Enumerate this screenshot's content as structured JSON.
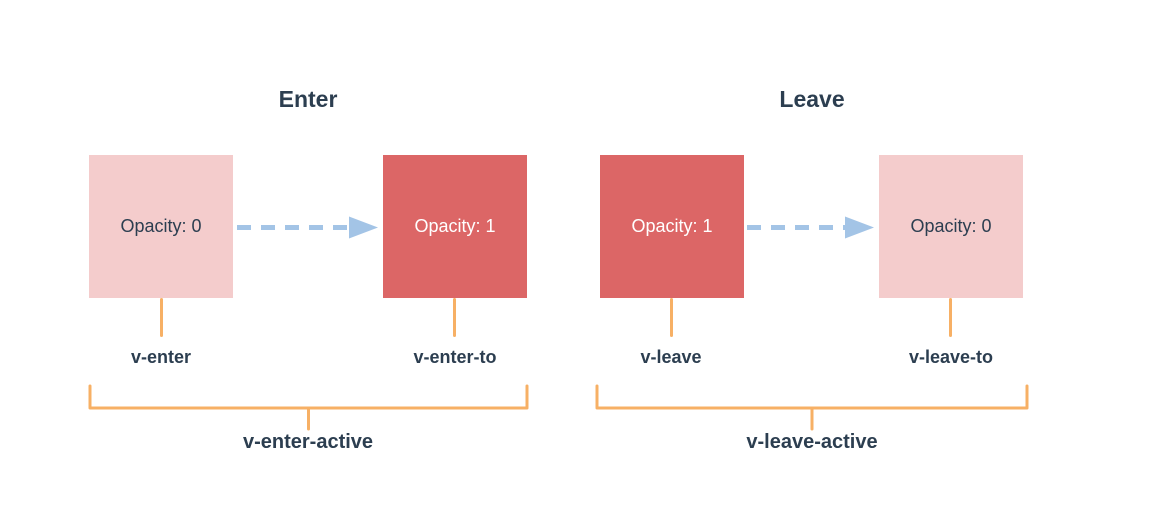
{
  "diagram": {
    "type": "transition-lifecycle",
    "background": "#ffffff",
    "colors": {
      "dark_text": "#2c3e50",
      "pink_box": "#f4cccc",
      "red_box": "#dc6666",
      "arrow_blue": "#a3c4e6",
      "bracket_orange": "#f7b065",
      "box_text_light": "#ffffff"
    },
    "sections": [
      {
        "title": "Enter",
        "start_box_label": "Opacity: 0",
        "end_box_label": "Opacity: 1",
        "start_class_label": "v-enter",
        "end_class_label": "v-enter-to",
        "active_class_label": "v-enter-active"
      },
      {
        "title": "Leave",
        "start_box_label": "Opacity: 1",
        "end_box_label": "Opacity: 0",
        "start_class_label": "v-leave",
        "end_class_label": "v-leave-to",
        "active_class_label": "v-leave-active"
      }
    ]
  }
}
